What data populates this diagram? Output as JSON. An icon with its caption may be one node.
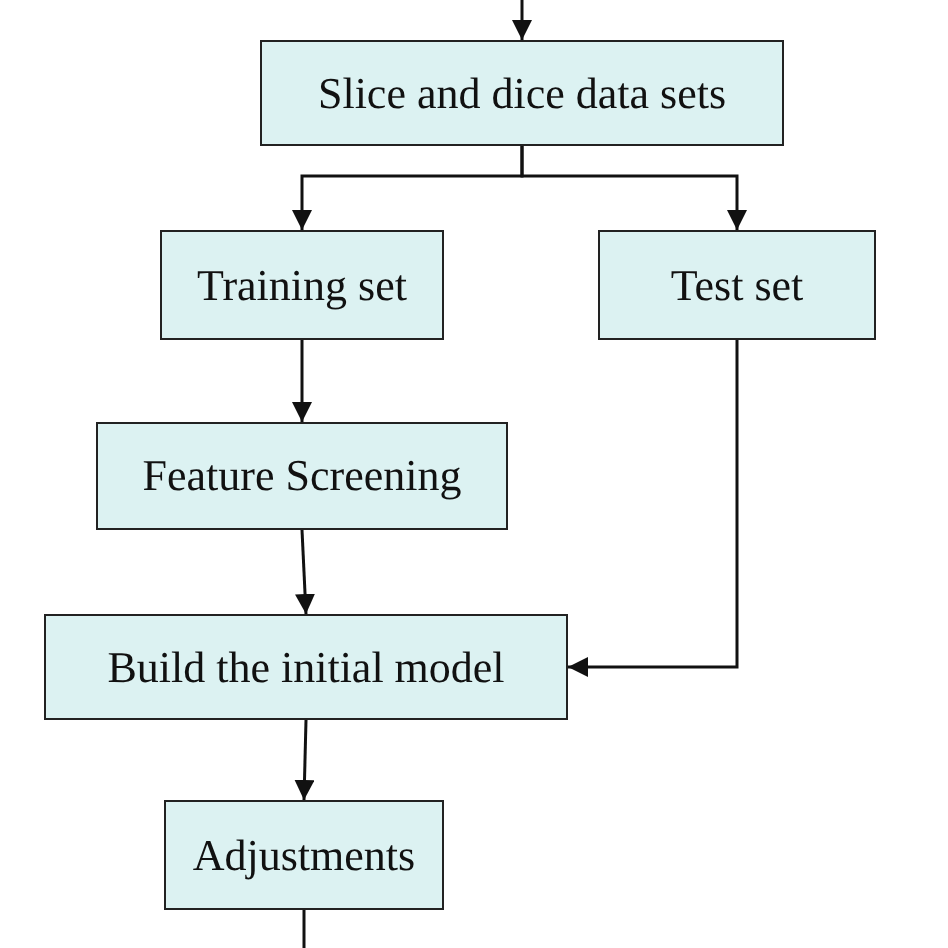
{
  "diagram": {
    "nodes": [
      {
        "text": [
          "Slice and dice data sets"
        ]
      },
      {
        "text": [
          "Training set"
        ]
      },
      {
        "text": [
          "Test set"
        ]
      },
      {
        "text": [
          "Feature Screening"
        ]
      },
      {
        "text": [
          "Build the initial model"
        ]
      },
      {
        "text": [
          "Adjustments"
        ]
      }
    ],
    "edges": [
      {
        "from": null,
        "to": 0,
        "arrow": "to"
      },
      {
        "from": 0,
        "to": 1,
        "arrow": "to"
      },
      {
        "from": 0,
        "to": 2,
        "arrow": "to"
      },
      {
        "from": 1,
        "to": 3,
        "arrow": "to"
      },
      {
        "from": 3,
        "to": 4,
        "arrow": "to"
      },
      {
        "from": 2,
        "to": 4,
        "arrow": "to"
      },
      {
        "from": 4,
        "to": 5,
        "arrow": "to"
      },
      {
        "from": 5,
        "to": null,
        "arrow": "none"
      }
    ]
  }
}
